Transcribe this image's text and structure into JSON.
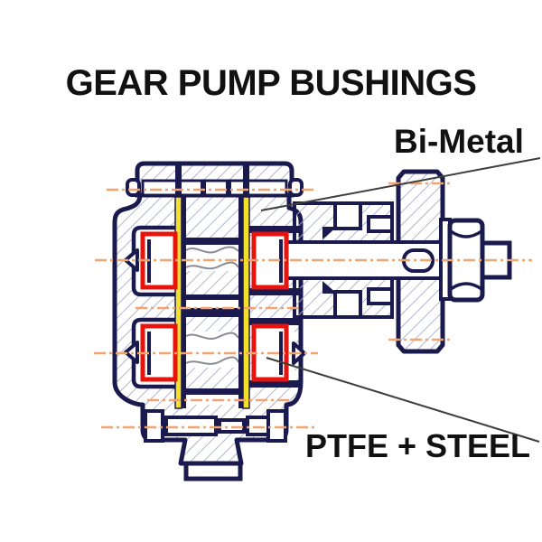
{
  "title": "GEAR PUMP BUSHINGS",
  "callouts": {
    "bi_metal": {
      "label": "Bi-Metal",
      "points_to": "drive-shaft-thrust-plate-area"
    },
    "ptfe_steel": {
      "label": "PTFE + STEEL",
      "points_to": "lower-right-bushing"
    }
  },
  "diagram": {
    "subject": "gear-pump-cross-section",
    "highlighted_parts": [
      "upper-left-bushing",
      "upper-right-bushing",
      "lower-left-bushing",
      "lower-right-bushing"
    ],
    "colors": {
      "outline_navy": "#1a1a4f",
      "bushing_red": "#e9130d",
      "thrust_plate_yellow": "#f2e02a",
      "centerline_orange": "#f2a36e",
      "hatch_gray": "#a9adc9",
      "break_line_gray": "#8b8b95",
      "leader_gray": "#3e3e3e",
      "text_black": "#111111",
      "background_white": "#ffffff"
    }
  }
}
